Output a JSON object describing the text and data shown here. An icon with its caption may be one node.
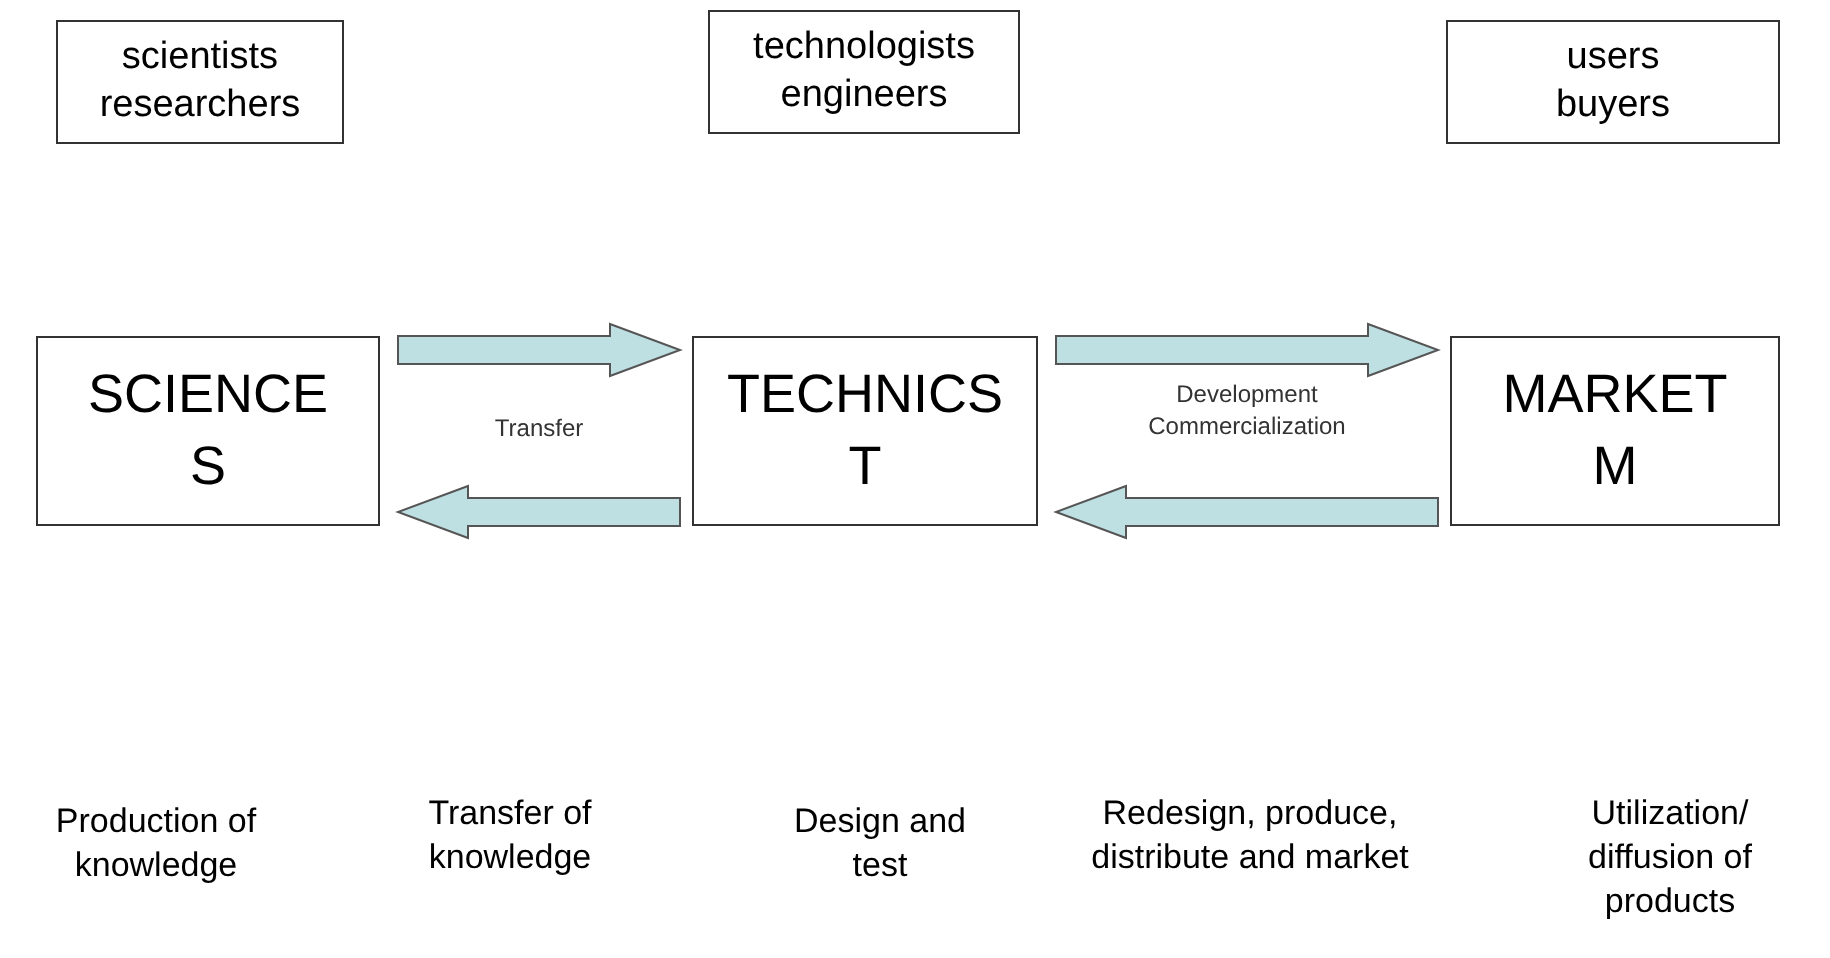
{
  "diagram": {
    "nodes": [
      {
        "text": [
          "scientists researchers"
        ]
      },
      {
        "text": [
          "technologists engineers"
        ]
      },
      {
        "text": [
          "users buyers"
        ]
      },
      {
        "text": [
          "SCIENCE",
          "S"
        ]
      },
      {
        "text": [
          "TECHNICS",
          "T"
        ]
      },
      {
        "text": [
          "MARKET",
          "M"
        ]
      }
    ],
    "edges": [
      {
        "from": 3,
        "to": 4,
        "arrow": "to",
        "label": "Transfer"
      },
      {
        "from": 4,
        "to": 3,
        "arrow": "to"
      },
      {
        "from": 4,
        "to": 5,
        "arrow": "to",
        "label": "Development Commercialization"
      },
      {
        "from": 5,
        "to": 4,
        "arrow": "to"
      }
    ],
    "labels": [
      "Production of knowledge",
      "Transfer of knowledge",
      "Design and test",
      "Redesign, produce, distribute and market",
      "Utilization/ diffusion of products"
    ]
  }
}
